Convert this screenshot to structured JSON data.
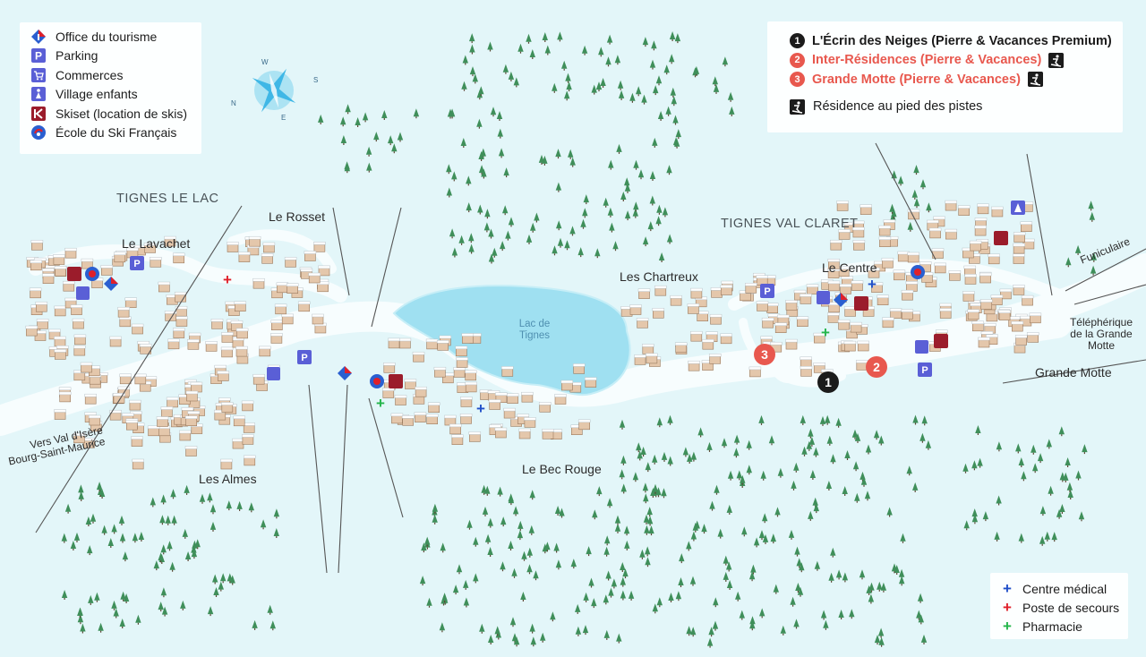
{
  "legend": {
    "items": [
      {
        "label": "Office du tourisme",
        "icon": "tourist-office-icon"
      },
      {
        "label": "Parking",
        "icon": "parking-icon"
      },
      {
        "label": "Commerces",
        "icon": "shopping-cart-icon"
      },
      {
        "label": "Village enfants",
        "icon": "child-village-icon"
      },
      {
        "label": "Skiset (location de skis)",
        "icon": "skiset-icon"
      },
      {
        "label": "École du Ski Français",
        "icon": "ski-school-icon"
      }
    ]
  },
  "residences": {
    "items": [
      {
        "num": "1",
        "label": "L'Écrin des Neiges (Pierre & Vacances Premium)",
        "color": "#1b1b1b",
        "ski": false
      },
      {
        "num": "2",
        "label": "Inter-Résidences (Pierre & Vacances)",
        "color": "#e8584e",
        "ski": true
      },
      {
        "num": "3",
        "label": "Grande Motte (Pierre & Vacances)",
        "color": "#e8584e",
        "ski": true
      }
    ],
    "foot_label": "Résidence au pied des pistes"
  },
  "medical": {
    "items": [
      {
        "label": "Centre médical",
        "color": "#1f4fc9"
      },
      {
        "label": "Poste de secours",
        "color": "#e0202a"
      },
      {
        "label": "Pharmacie",
        "color": "#23b54a"
      }
    ]
  },
  "compass": {
    "n": "N",
    "e": "E",
    "s": "S",
    "w": "W"
  },
  "map_labels": {
    "tignes_le_lac": "TIGNES LE LAC",
    "tignes_val_claret": "TIGNES VAL CLARET",
    "le_lavachet": "Le Lavachet",
    "le_rosset": "Le Rosset",
    "les_almes": "Les Almes",
    "lac_line1": "Lac de",
    "lac_line2": "Tignes",
    "les_chartreux": "Les Chartreux",
    "le_bec_rouge": "Le Bec Rouge",
    "le_centre": "Le Centre",
    "funiculaire": "Funiculaire",
    "telepherique_1": "Téléphérique",
    "telepherique_2": "de la Grande",
    "telepherique_3": "Motte",
    "grande_motte": "Grande Motte",
    "vers_1": "Vers Val d'Isère",
    "vers_2": "Bourg-Saint-Maurice"
  },
  "markers": {
    "m1": "1",
    "m2": "2",
    "m3": "3"
  },
  "colors": {
    "water": "#9fe0f1",
    "snow": "#eefbfd",
    "tree": "#3f8f5a",
    "parking": "#5a5fd6",
    "skiset": "#9b1c2b",
    "number_red": "#e8584e"
  }
}
